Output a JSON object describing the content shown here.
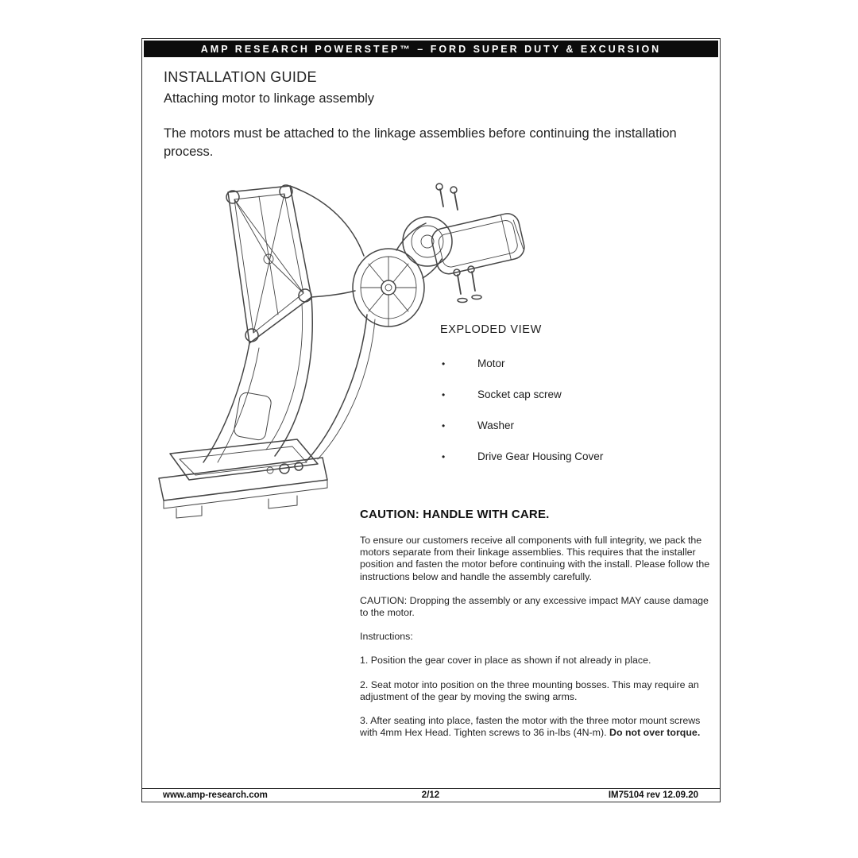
{
  "header": {
    "title": "AMP RESEARCH POWERSTEP™ – FORD SUPER DUTY & EXCURSION"
  },
  "intro": {
    "title": "INSTALLATION GUIDE",
    "subtitle": "Attaching motor to linkage assembly",
    "lead": "The motors must be attached to the linkage assemblies before continuing the installation process."
  },
  "exploded_view": {
    "title": "EXPLODED VIEW",
    "items": [
      "Motor",
      "Socket cap screw",
      "Washer",
      "Drive Gear Housing Cover"
    ]
  },
  "caution_section": {
    "heading": "CAUTION: HANDLE WITH CARE.",
    "p1": "To ensure our customers receive all components with full integrity, we pack the motors separate from their linkage assemblies. This requires that the installer position and fasten the motor before continuing with the install. Please follow the instructions below and handle the assembly carefully.",
    "p2": "CAUTION: Dropping the assembly or any excessive impact MAY cause damage to the motor.",
    "instructions_label": "Instructions:",
    "steps": [
      "1. Position the gear cover in place as shown if not already in place.",
      "2. Seat motor into position on the three mounting bosses. This may require an adjustment of the gear by moving the swing arms.",
      "3. After seating into place, fasten the motor with the three motor mount screws with 4mm Hex Head. Tighten screws to 36 in-lbs (4N-m). "
    ],
    "step3_bold": "Do not over torque."
  },
  "footer": {
    "website": "www.amp-research.com",
    "page": "2/12",
    "doc_id": "IM75104 rev 12.09.20"
  }
}
